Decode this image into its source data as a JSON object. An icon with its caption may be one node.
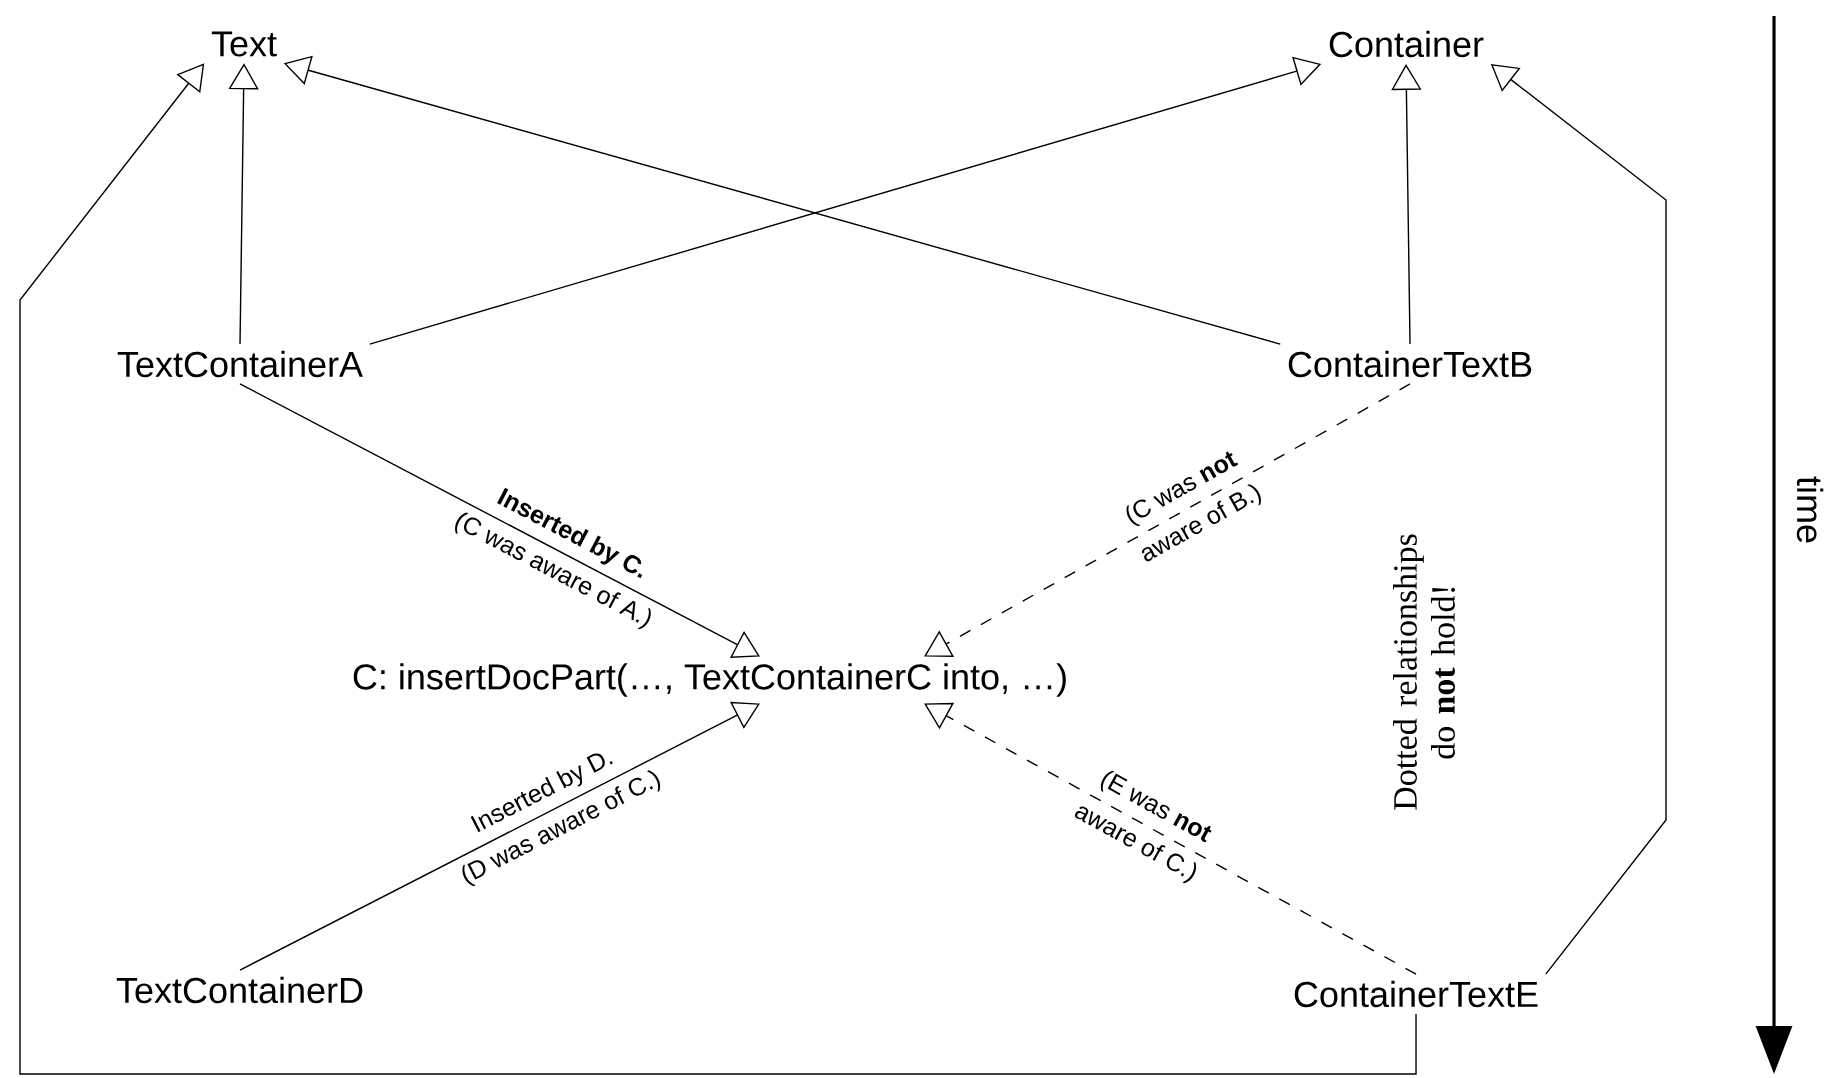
{
  "diagram": {
    "nodes": [
      {
        "text": [
          "Text"
        ]
      },
      {
        "text": [
          "Container"
        ]
      },
      {
        "text": [
          "TextContainerA"
        ]
      },
      {
        "text": [
          "ContainerTextB"
        ]
      },
      {
        "text": [
          "C: insertDocPart(…, TextContainerC into, …)"
        ]
      },
      {
        "text": [
          "TextContainerD"
        ]
      },
      {
        "text": [
          "ContainerTextE"
        ]
      }
    ],
    "edges": [
      {
        "from": 2,
        "to": 0,
        "arrow": "to"
      },
      {
        "from": 2,
        "to": 1,
        "arrow": "to"
      },
      {
        "from": 3,
        "to": 0,
        "arrow": "to"
      },
      {
        "from": 3,
        "to": 1,
        "arrow": "to"
      },
      {
        "from": 2,
        "to": 4,
        "arrow": "to",
        "label": "Inserted by C."
      },
      {
        "from": 3,
        "to": 4,
        "arrow": "to",
        "label": "(C was **not**",
        "style": "dashed"
      },
      {
        "from": 5,
        "to": 4,
        "arrow": "to",
        "label": "Inserted by D."
      },
      {
        "from": 6,
        "to": 4,
        "arrow": "to",
        "label": "(E was **not**",
        "style": "dashed"
      },
      {
        "from": 6,
        "to": 0,
        "arrow": "to"
      },
      {
        "from": 6,
        "to": 1,
        "arrow": "to"
      }
    ],
    "labels": [
      "(C was aware of A.)",
      "aware of B.)",
      "(D was aware of C.)",
      "aware of C.)",
      "Dotted relationships do **not** hold!",
      "time"
    ]
  }
}
